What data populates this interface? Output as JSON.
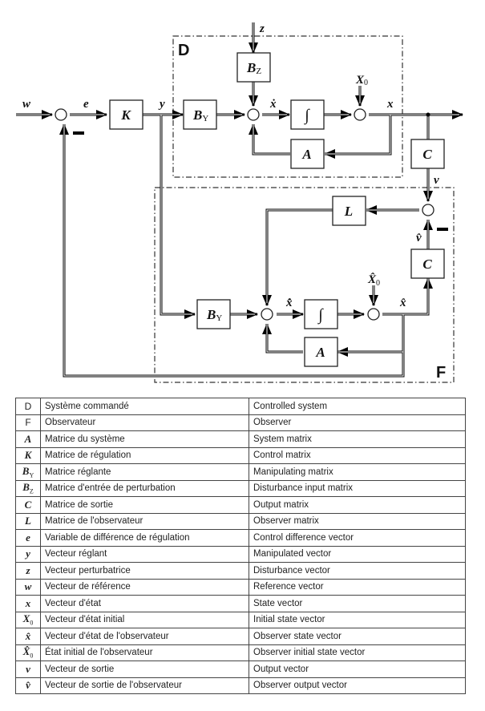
{
  "diagram": {
    "frames": {
      "controlled_system": "D",
      "observer": "F"
    },
    "signals": {
      "reference": "w",
      "control_difference": "e",
      "manipulated": "y",
      "disturbance": "z",
      "state_derivative": "ẋ",
      "state": "x",
      "initial_state": "X",
      "initial_state_sub": "0",
      "output": "v",
      "observer_output": "v̂",
      "observer_state_derivative": "x̂̇",
      "observer_state": "x̂",
      "observer_initial_state": "X̂",
      "observer_initial_state_sub": "0"
    },
    "blocks": {
      "control_matrix": "K",
      "manipulating_matrix": "B",
      "manipulating_matrix_sub": "Y",
      "disturbance_matrix": "B",
      "disturbance_matrix_sub": "Z",
      "integrator": "∫",
      "system_matrix": "A",
      "output_matrix": "C",
      "observer_matrix": "L"
    },
    "negative_sign": "—"
  },
  "legend": {
    "rows": [
      {
        "symbol": "D",
        "sub": "",
        "plain": true,
        "fr": "Système commandé",
        "en": "Controlled system"
      },
      {
        "symbol": "F",
        "sub": "",
        "plain": true,
        "fr": "Observateur",
        "en": "Observer"
      },
      {
        "symbol": "A",
        "sub": "",
        "fr": "Matrice du système",
        "en": "System matrix"
      },
      {
        "symbol": "K",
        "sub": "",
        "fr": "Matrice de régulation",
        "en": "Control matrix"
      },
      {
        "symbol": "B",
        "sub": "Y",
        "fr": "Matrice réglante",
        "en": "Manipulating matrix"
      },
      {
        "symbol": "B",
        "sub": "Z",
        "fr": "Matrice d'entrée de perturbation",
        "en": "Disturbance input matrix"
      },
      {
        "symbol": "C",
        "sub": "",
        "fr": "Matrice de sortie",
        "en": "Output matrix"
      },
      {
        "symbol": "L",
        "sub": "",
        "fr": "Matrice de l'observateur",
        "en": "Observer matrix"
      },
      {
        "symbol": "e",
        "sub": "",
        "fr": "Variable de différence de régulation",
        "en": "Control difference vector"
      },
      {
        "symbol": "y",
        "sub": "",
        "fr": "Vecteur réglant",
        "en": "Manipulated vector"
      },
      {
        "symbol": "z",
        "sub": "",
        "fr": "Vecteur perturbatrice",
        "en": "Disturbance vector"
      },
      {
        "symbol": "w",
        "sub": "",
        "fr": "Vecteur de référence",
        "en": "Reference vector"
      },
      {
        "symbol": "x",
        "sub": "",
        "fr": "Vecteur d'état",
        "en": "State vector"
      },
      {
        "symbol": "X",
        "sub": "0",
        "fr": "Vecteur d'état initial",
        "en": "Initial state vector"
      },
      {
        "symbol": "x̂",
        "sub": "",
        "fr": "Vecteur d'état de l'observateur",
        "en": "Observer state vector"
      },
      {
        "symbol": "X̂",
        "sub": "0",
        "fr": "État initial de l'observateur",
        "en": "Observer initial state vector"
      },
      {
        "symbol": "v",
        "sub": "",
        "fr": "Vecteur de sortie",
        "en": "Output vector"
      },
      {
        "symbol": "v̂",
        "sub": "",
        "fr": "Vecteur de sortie de l'observateur",
        "en": "Observer output vector"
      }
    ]
  }
}
